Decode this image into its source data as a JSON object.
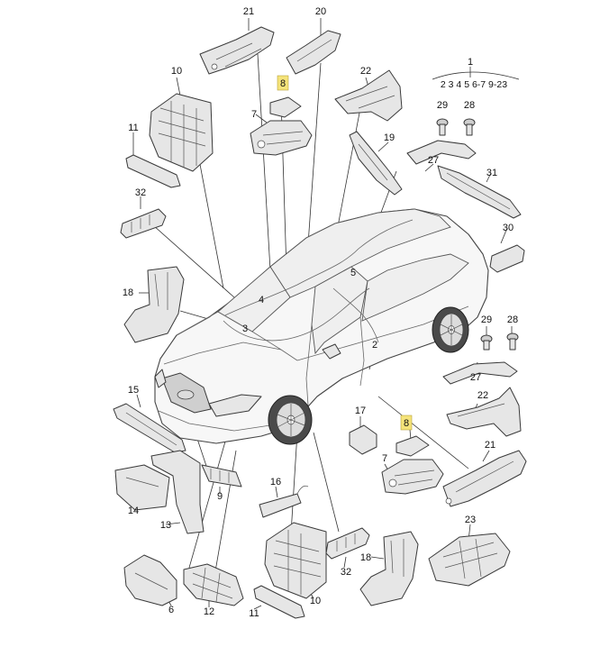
{
  "callouts": {
    "p1": "1",
    "p1_sub": "2 3 4 5 6-7  9-23",
    "p2": "2",
    "p3": "3",
    "p4": "4",
    "p5": "5",
    "p6": "6",
    "p7a": "7",
    "p7b": "7",
    "p8a": "8",
    "p8b": "8",
    "p9": "9",
    "p10a": "10",
    "p10b": "10",
    "p11a": "11",
    "p11b": "11",
    "p12": "12",
    "p13": "13",
    "p14": "14",
    "p15": "15",
    "p16": "16",
    "p17": "17",
    "p18a": "18",
    "p18b": "18",
    "p19": "19",
    "p20": "20",
    "p21a": "21",
    "p21b": "21",
    "p22a": "22",
    "p22b": "22",
    "p23": "23",
    "p27a": "27",
    "p27b": "27",
    "p28a": "28",
    "p28b": "28",
    "p29a": "29",
    "p29b": "29",
    "p30": "30",
    "p31": "31",
    "p32a": "32",
    "p32b": "32"
  },
  "highlight_color": "#f5e37a"
}
